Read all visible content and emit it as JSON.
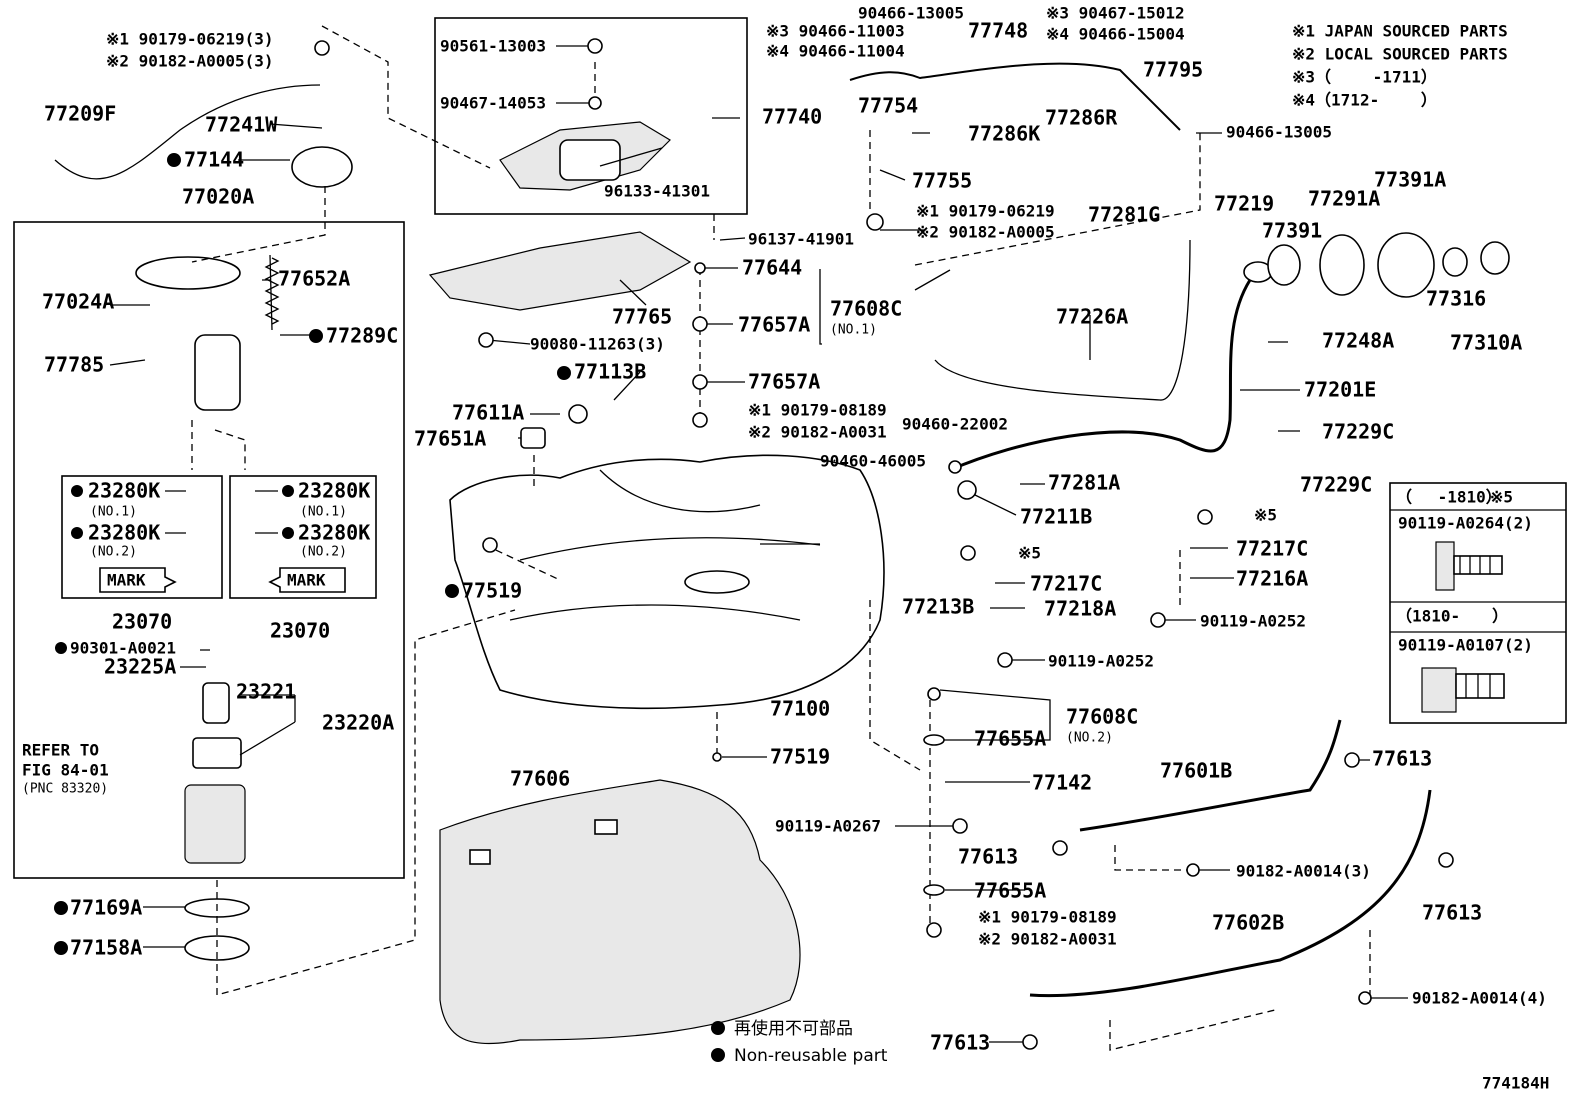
{
  "diagram_id": "774184H",
  "legend": {
    "l1": "※1 JAPAN SOURCED PARTS",
    "l2": "※2 LOCAL SOURCED PARTS",
    "l3": "※3（　　 -1711）",
    "l4": "※4（1712-　　 ）",
    "nonreuse_jp": "再使用不可部品",
    "nonreuse_en": "Non-reusable part"
  },
  "note5": {
    "title": "※5",
    "r1_range": "（　 -1810）",
    "r1_part": "90119-A0264(2)",
    "r2_range": "（1810-　　）",
    "r2_part": "90119-A0107(2)"
  },
  "refer": {
    "l1": "REFER TO",
    "l2": "FIG 84-01",
    "l3": "(PNC 83320)"
  },
  "labels": {
    "p77209F": "77209F",
    "p77241W": "77241W",
    "p77144": "77144",
    "p77020A": "77020A",
    "p77024A": "77024A",
    "p77652A": "77652A",
    "p77289C": "77289C",
    "p77785": "77785",
    "k1": "23280K",
    "k1n": "(NO.1)",
    "k2": "23280K",
    "k2n": "(NO.2)",
    "k3": "23280K",
    "k3n": "(NO.1)",
    "k4": "23280K",
    "k4n": "(NO.2)",
    "mark1": "MARK",
    "mark2": "MARK",
    "p23070a": "23070",
    "p23070b": "23070",
    "p90301": "90301-A0021",
    "p23225A": "23225A",
    "p23221": "23221",
    "p23220A": "23220A",
    "p77169A": "77169A",
    "p77158A": "77158A",
    "s1a": "※1 90179-06219(3)",
    "s2a": "※2 90182-A0005(3)",
    "p90561": "90561-13003",
    "p90467_14053": "90467-14053",
    "p77740": "77740",
    "p96133": "96133-41301",
    "p96137": "96137-41901",
    "p77765": "77765",
    "p90080": "90080-11263(3)",
    "p77644": "77644",
    "p77608C": "77608C",
    "p77608Cn": "(NO.1)",
    "p77657A_1": "77657A",
    "p77657A_2": "77657A",
    "s1b": "※1 90179-08189",
    "s2b": "※2 90182-A0031",
    "p77113B": "77113B",
    "p77611A": "77611A",
    "p77651A": "77651A",
    "p77519a": "77519",
    "p77519b": "77519",
    "p77100": "77100",
    "p77606": "77606",
    "p90466_13005a": "90466-13005",
    "s3a": "※3 90466-11003",
    "s4a": "※4 90466-11004",
    "p77748": "77748",
    "s3b": "※3 90467-15012",
    "s4b": "※4 90466-15004",
    "p77795": "77795",
    "p77754": "77754",
    "p77286K": "77286K",
    "p77286R": "77286R",
    "p90466_13005b": "90466-13005",
    "p77755": "77755",
    "s1c": "※1 90179-06219",
    "s2c": "※2 90182-A0005",
    "p77281G": "77281G",
    "p77219": "77219",
    "p77391": "77391",
    "p77291A": "77291A",
    "p77391A": "77391A",
    "p77316": "77316",
    "p77310A": "77310A",
    "p77226A": "77226A",
    "p77248A": "77248A",
    "p77201E": "77201E",
    "p77229C_1": "77229C",
    "p77229C_2": "77229C",
    "p90460_22002": "90460-22002",
    "p90460_46005": "90460-46005",
    "p77281A": "77281A",
    "p77211B": "77211B",
    "s5a": "※5",
    "s5b": "※5",
    "p77217C_1": "77217C",
    "p77217C_2": "77217C",
    "p77216A": "77216A",
    "p77213B": "77213B",
    "p77218A": "77218A",
    "p90119_A0252a": "90119-A0252",
    "p90119_A0252b": "90119-A0252",
    "p77608C2": "77608C",
    "p77608C2n": "(NO.2)",
    "p77655A_1": "77655A",
    "p77655A_2": "77655A",
    "p77142": "77142",
    "p90119_A0267": "90119-A0267",
    "p77613a": "77613",
    "p77613b": "77613",
    "p77613c": "77613",
    "p77613d": "77613",
    "p77601B": "77601B",
    "p77602B": "77602B",
    "p90182_A0014a": "90182-A0014(3)",
    "p90182_A0014b": "90182-A0014(4)",
    "s1d": "※1 90179-08189",
    "s2d": "※2 90182-A0031"
  }
}
